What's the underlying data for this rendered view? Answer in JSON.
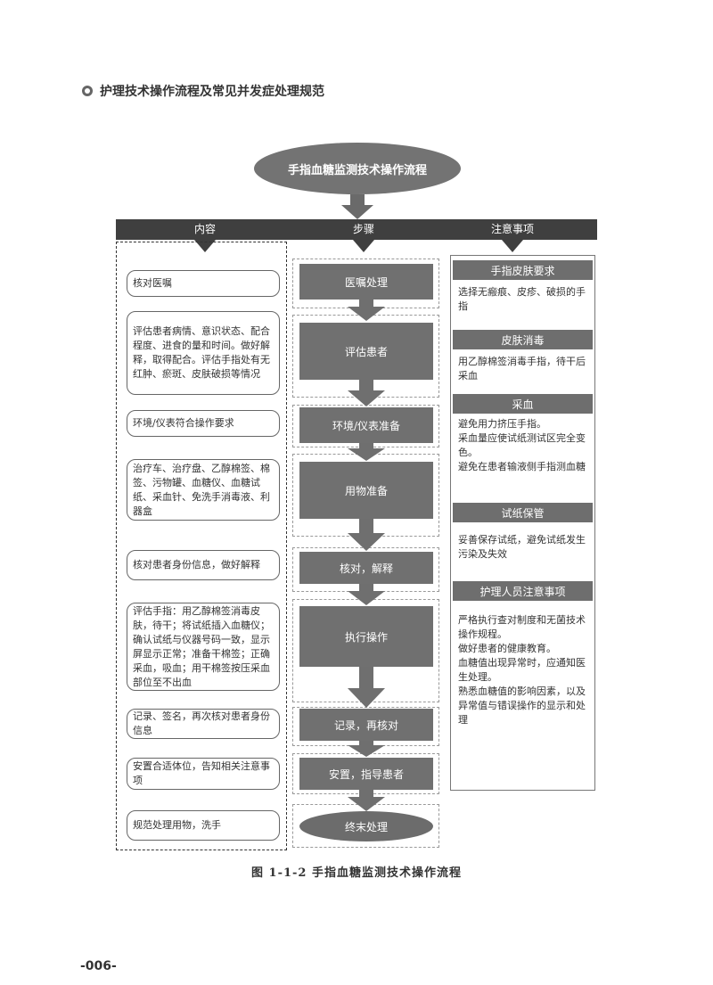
{
  "header": {
    "text": "护理技术操作流程及常见并发症处理规范"
  },
  "flow_title": "手指血糖监测技术操作流程",
  "columns": {
    "content": "内容",
    "steps": "步骤",
    "notes": "注意事项"
  },
  "content_items": [
    "核对医嘱",
    "评估患者病情、意识状态、配合程度、进食的量和时间。做好解释，取得配合。评估手指处有无红肿、瘀斑、皮肤破损等情况",
    "环境/仪表符合操作要求",
    "治疗车、治疗盘、乙醇棉签、棉签、污物罐、血糖仪、血糖试纸、采血针、免洗手消毒液、利器盒",
    "核对患者身份信息，做好解释",
    "评估手指：用乙醇棉签消毒皮肤，待干；将试纸插入血糖仪；确认试纸与仪器号码一致，显示屏显示正常；准备干棉签；正确采血，吸血；用干棉签按压采血部位至不出血",
    "记录、签名，再次核对患者身份信息",
    "安置合适体位，告知相关注意事项",
    "规范处理用物，洗手"
  ],
  "steps": [
    "医嘱处理",
    "评估患者",
    "环境/仪表准备",
    "用物准备",
    "核对，解释",
    "执行操作",
    "记录，再核对",
    "安置，指导患者",
    "终末处理"
  ],
  "notes": [
    {
      "title": "手指皮肤要求",
      "lines": [
        "选择无瘢痕、皮疹、破损的手指"
      ]
    },
    {
      "title": "皮肤消毒",
      "lines": [
        "用乙醇棉签消毒手指，待干后采血"
      ]
    },
    {
      "title": "采血",
      "lines": [
        "避免用力挤压手指。",
        "采血量应使试纸测试区完全变色。",
        "避免在患者输液侧手指测血糖"
      ]
    },
    {
      "title": "试纸保管",
      "lines": [
        "妥善保存试纸，避免试纸发生污染及失效"
      ]
    },
    {
      "title": "护理人员注意事项",
      "lines": [
        "严格执行查对制度和无菌技术操作规程。",
        "做好患者的健康教育。",
        "血糖值出现异常时，应通知医生处理。",
        "熟悉血糖值的影响因素，以及异常值与错误操作的显示和处理"
      ]
    }
  ],
  "caption": "图 1-1-2  手指血糖监测技术操作流程",
  "page_number": "-006-"
}
